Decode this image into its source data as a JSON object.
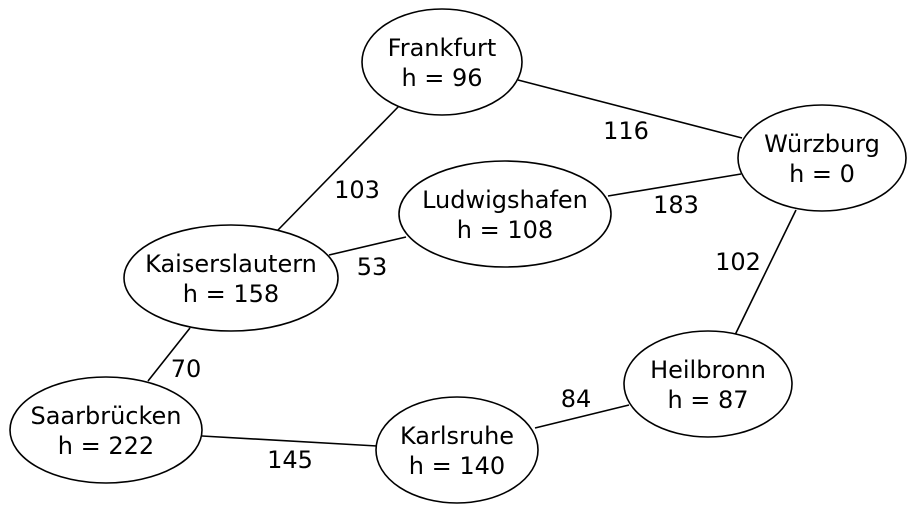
{
  "nodes": [
    {
      "id": "frankfurt",
      "name": "Frankfurt",
      "h_label": "h = 96"
    },
    {
      "id": "wurzburg",
      "name": "Würzburg",
      "h_label": "h = 0"
    },
    {
      "id": "ludwigshafen",
      "name": "Ludwigshafen",
      "h_label": "h = 108"
    },
    {
      "id": "kaiserslautern",
      "name": "Kaiserslautern",
      "h_label": "h = 158"
    },
    {
      "id": "heilbronn",
      "name": "Heilbronn",
      "h_label": "h = 87"
    },
    {
      "id": "saarbrucken",
      "name": "Saarbrücken",
      "h_label": "h = 222"
    },
    {
      "id": "karlsruhe",
      "name": "Karlsruhe",
      "h_label": "h = 140"
    }
  ],
  "edges": [
    {
      "from": "frankfurt",
      "to": "wurzburg",
      "weight": "116"
    },
    {
      "from": "frankfurt",
      "to": "kaiserslautern",
      "weight": "103"
    },
    {
      "from": "ludwigshafen",
      "to": "wurzburg",
      "weight": "183"
    },
    {
      "from": "kaiserslautern",
      "to": "ludwigshafen",
      "weight": "53"
    },
    {
      "from": "wurzburg",
      "to": "heilbronn",
      "weight": "102"
    },
    {
      "from": "kaiserslautern",
      "to": "saarbrucken",
      "weight": "70"
    },
    {
      "from": "saarbrucken",
      "to": "karlsruhe",
      "weight": "145"
    },
    {
      "from": "karlsruhe",
      "to": "heilbronn",
      "weight": "84"
    }
  ]
}
